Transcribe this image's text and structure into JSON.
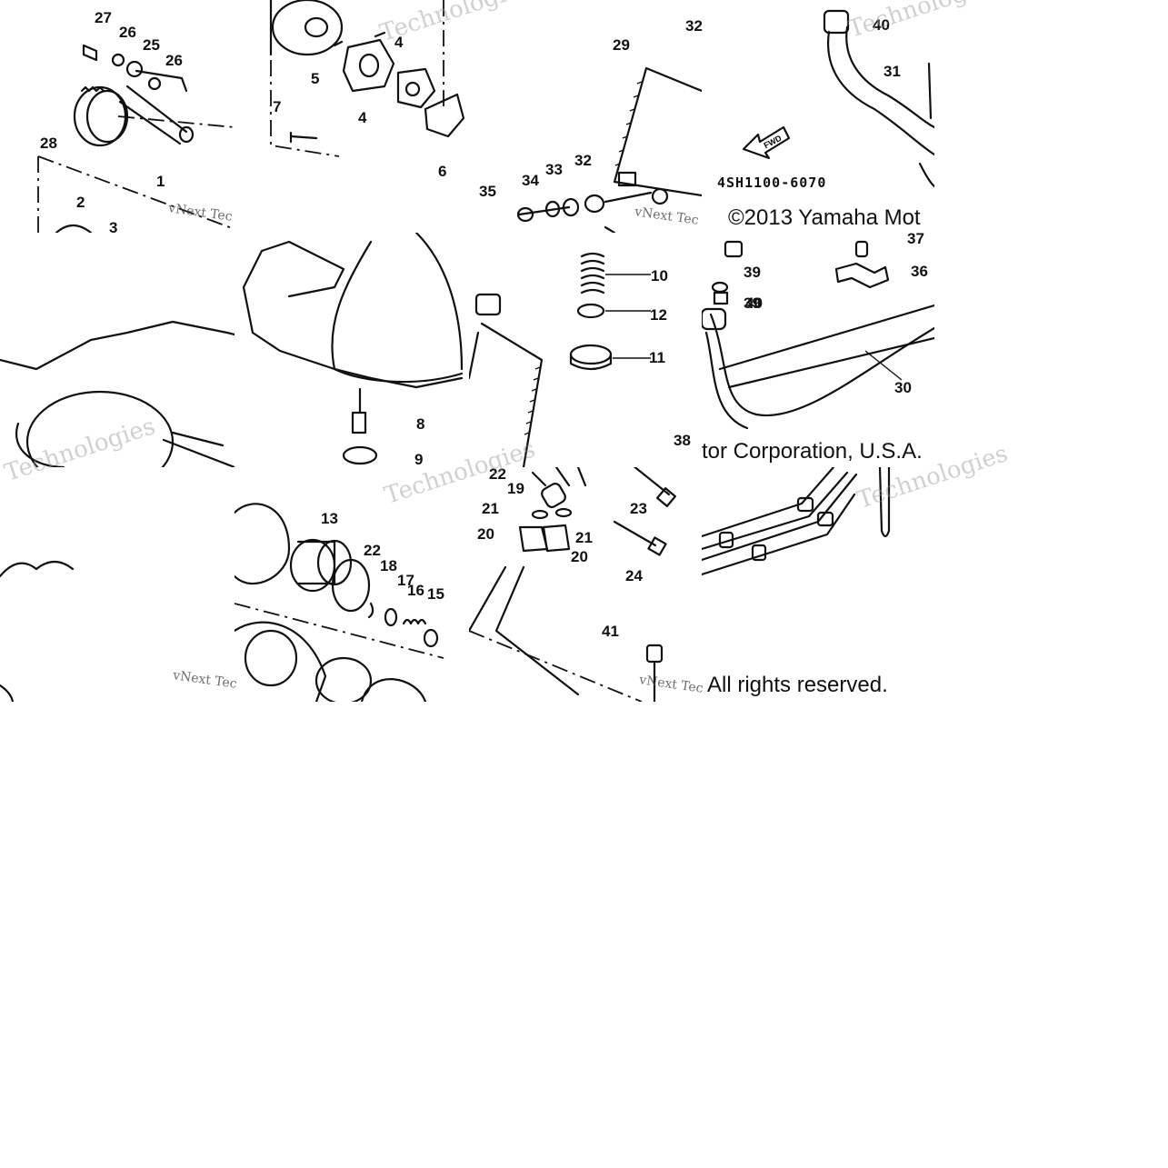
{
  "diagram": {
    "copyright_line1": "©2013 Yamaha Mot",
    "copyright_line2": "tor Corporation, U.S.A.",
    "copyright_line3": "All rights reserved.",
    "drawing_code": "4SH1100-6070",
    "fwd_label": "FWD",
    "watermark": "Technologies",
    "watermark_small": "vNext Tec",
    "part_numbers": [
      "27",
      "26",
      "25",
      "26",
      "28",
      "1",
      "2",
      "3",
      "5",
      "4",
      "4",
      "7",
      "6",
      "35",
      "34",
      "33",
      "32",
      "29",
      "32",
      "40",
      "31",
      "39",
      "10",
      "12",
      "11",
      "8",
      "9",
      "37",
      "39",
      "36",
      "40",
      "30",
      "13",
      "22",
      "18",
      "17",
      "16",
      "15",
      "38",
      "22",
      "19",
      "21",
      "21",
      "20",
      "20",
      "23",
      "24",
      "41"
    ]
  },
  "colors": {
    "line": "#111111",
    "background": "#ffffff",
    "watermark": "#969696"
  }
}
